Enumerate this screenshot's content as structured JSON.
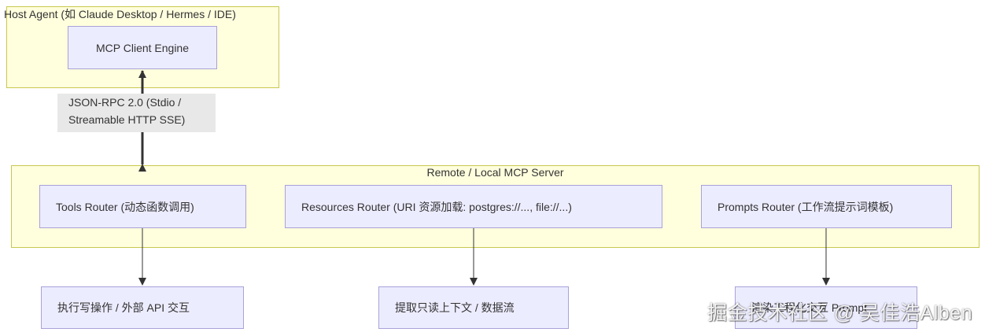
{
  "host_cluster": {
    "title": "Host Agent (如 Claude Desktop / Hermes / IDE)"
  },
  "server_cluster": {
    "title": "Remote / Local MCP Server"
  },
  "nodes": {
    "client_engine": "MCP Client Engine",
    "tools_router": "Tools Router (动态函数调用)",
    "resources_router": "Resources Router (URI 资源加载: postgres://..., file://...)",
    "prompts_router": "Prompts Router (工作流提示词模板)",
    "tools_output": "执行写操作 / 外部 API 交互",
    "resources_output": "提取只读上下文 / 数据流",
    "prompts_output": "渲染工程化交互 Prompt"
  },
  "edge_label": {
    "line1": "JSON-RPC 2.0 (Stdio /",
    "line2": "Streamable HTTP SSE)"
  },
  "watermark": "掘金技术社区 @ 吴佳浩Alben",
  "colors": {
    "cluster_fill": "#ffffde",
    "cluster_border": "#c8c850",
    "node_fill": "#ececff",
    "node_border": "#a8a2d8",
    "edge": "#333333",
    "edge_label_bg": "#e8e8e8"
  }
}
